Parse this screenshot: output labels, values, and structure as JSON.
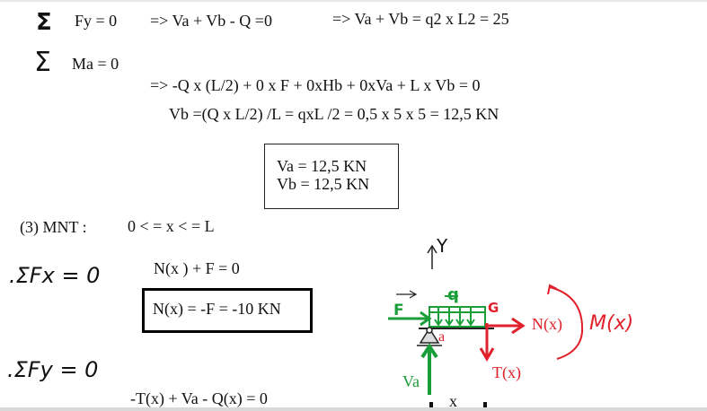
{
  "equations": {
    "sum_fy_label": "Fy = 0",
    "sum_fy_step1": "=> Va + Vb - Q =0",
    "sum_fy_step2": "=> Va + Vb = q2 x L2 =  25",
    "sum_ma_label": "Ma = 0",
    "ma_step1": "=> -Q x (L/2) + 0 x F + 0xHb + 0xVa + L x Vb = 0",
    "ma_step2": "Vb =(Q x L/2) /L  = qxL /2 = 0,5 x 5 x 5 = 12,5 KN"
  },
  "result_box": {
    "va": "Va = 12,5 KN",
    "vb": "Vb = 12,5 KN"
  },
  "mnt": {
    "heading": "(3) MNT :",
    "range": "0 < =  x  < = L",
    "sum_fx_hand": "ΣFx = 0",
    "nx_eq": "N(x ) + F = 0",
    "nx_result": "N(x) = -F = -10 KN",
    "sum_fy_hand": "ΣFy = 0",
    "tx_eq": "-T(x) + Va  - Q(x) = 0"
  },
  "diagram": {
    "y_axis": "Y",
    "load_q": "q",
    "point_g": "G",
    "point_a": "a",
    "force_f": "F",
    "force_va": "Va",
    "normal_n": "N(x)",
    "shear_t": "T(x)",
    "moment_m": "M(x)",
    "length_x": "x",
    "colors": {
      "red": "#e0202a",
      "green": "#1a9e3a",
      "black": "#111111"
    }
  }
}
